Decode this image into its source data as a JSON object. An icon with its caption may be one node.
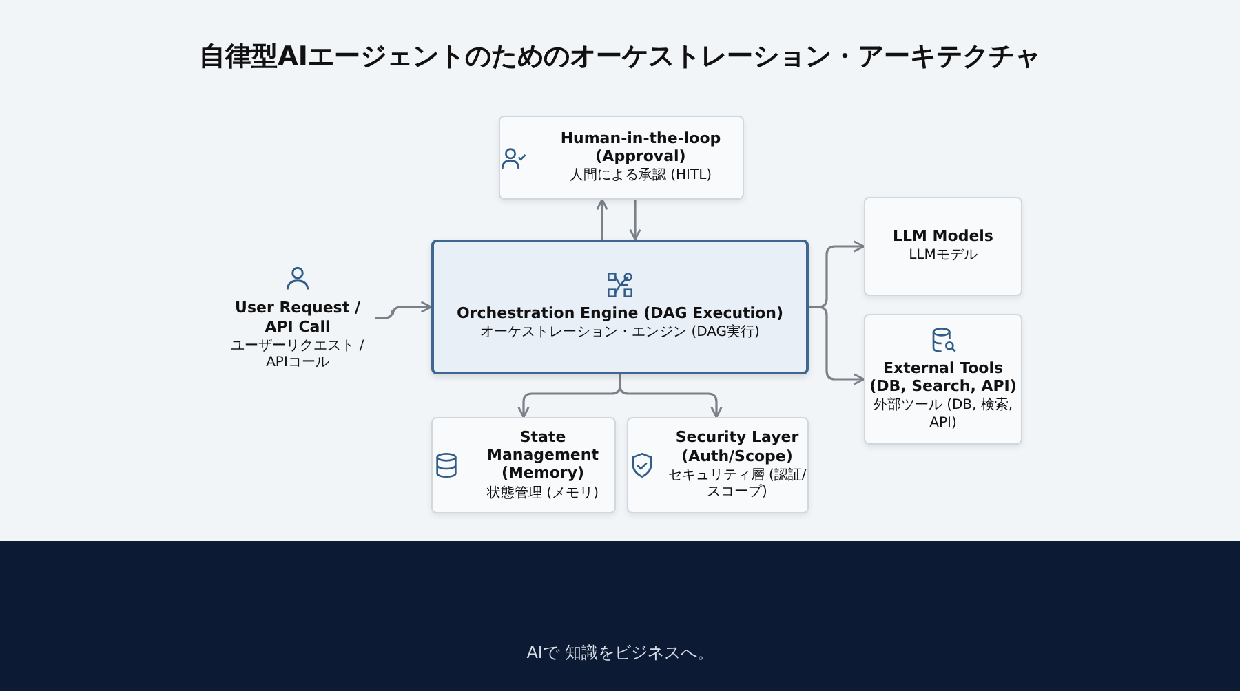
{
  "diagram": {
    "title": "自律型AIエージェントのためのオーケストレーション・アーキテクチャ",
    "nodes": [
      {
        "text": [
          "User Request / API Call",
          "ユーザーリクエスト / APIコール"
        ]
      },
      {
        "text": [
          "Human-in-the-loop (Approval)",
          "人間による承認 (HITL)"
        ]
      },
      {
        "text": [
          "Orchestration Engine (DAG Execution)",
          "オーケストレーション・エンジン (DAG実行)"
        ]
      },
      {
        "text": [
          "LLM Models",
          "LLMモデル"
        ]
      },
      {
        "text": [
          "External Tools (DB, Search, API)",
          "外部ツール (DB, 検索, API)"
        ]
      },
      {
        "text": [
          "State Management (Memory)",
          "状態管理 (メモリ)"
        ]
      },
      {
        "text": [
          "Security Layer (Auth/Scope)",
          "セキュリティ層 (認証/スコープ)"
        ]
      }
    ],
    "edges": [
      {
        "from": 0,
        "to": 2,
        "arrow": "to"
      },
      {
        "from": 2,
        "to": 1,
        "arrow": "to"
      },
      {
        "from": 1,
        "to": 2,
        "arrow": "to"
      },
      {
        "from": 2,
        "to": 3,
        "arrow": "to"
      },
      {
        "from": 2,
        "to": 4,
        "arrow": "to"
      },
      {
        "from": 2,
        "to": 5,
        "arrow": "to"
      },
      {
        "from": 2,
        "to": 6,
        "arrow": "to"
      }
    ],
    "labels": [
      "AIで 知識をビジネスへ。"
    ]
  }
}
